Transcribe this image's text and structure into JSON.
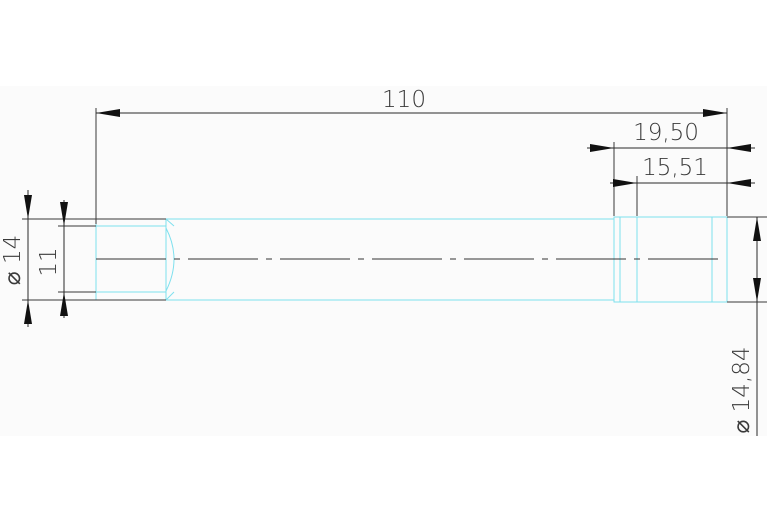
{
  "drawing": {
    "dimensions": {
      "overall_length": "110",
      "head_length_outer": "19,50",
      "head_length_inner": "15,51",
      "shank_diameter": "⌀ 14",
      "thread_diameter": "11",
      "head_diameter": "⌀ 14,84"
    },
    "colors": {
      "background": "#fbfbfb",
      "part_outline": "#7ee0ee",
      "dimension_lines": "#2a2a2a"
    }
  }
}
